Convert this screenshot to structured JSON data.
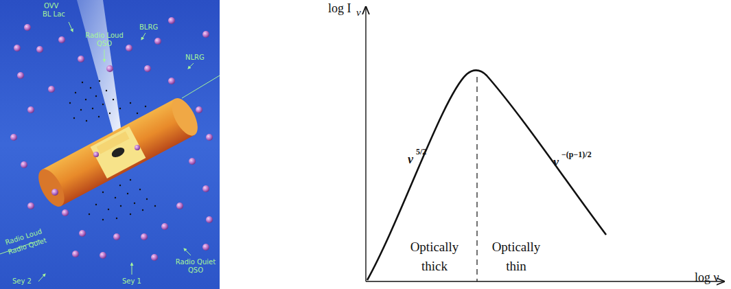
{
  "diagram": {
    "labels": [
      "OVV",
      "BL Lac",
      "Radio Loud QSO",
      "BLRG",
      "NLRG",
      "Radio Loud",
      "Radio Quiet",
      "Sey 2",
      "Sey 1",
      "Radio Quiet QSO",
      "log I",
      "ν",
      "ν",
      "5/2",
      "ν",
      "−(p−1)/2",
      "Optically thick",
      "Optically thin",
      "log ν"
    ]
  }
}
